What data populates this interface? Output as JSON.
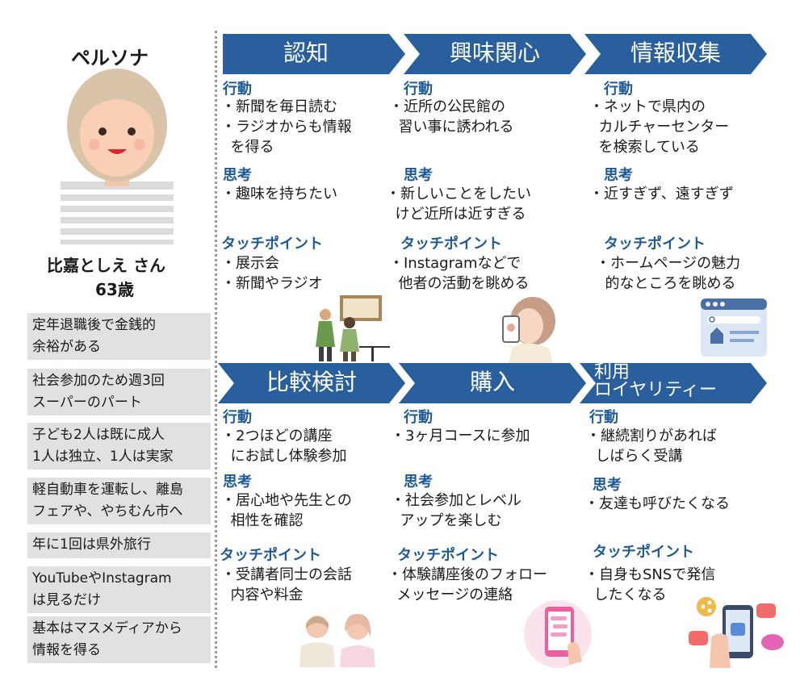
{
  "colors": {
    "stage_fill": "#2a5f9e",
    "heading": "#1f5a98",
    "fact_bg": "#e2e0e0"
  },
  "persona": {
    "title": "ペルソナ",
    "name": "比嘉としえ さん",
    "age": "63歳",
    "facts": [
      "定年退職後で金銭的\n余裕がある",
      "社会参加のため週3回\nスーパーのパート",
      "子ども2人は既に成人\n1人は独立、1人は実家",
      "軽自動車を運転し、離島\nフェアや、やちむん市へ",
      "年に1回は県外旅行",
      "YouTubeやInstagram\nは見るだけ",
      "基本はマスメディアから\n情報を得る"
    ]
  },
  "section_labels": {
    "action": "行動",
    "thought": "思考",
    "touch": "タッチポイント"
  },
  "stages": [
    {
      "label": "認知",
      "action": "・新聞を毎日読む\n・ラジオからも情報\n  を得る",
      "thought": "・趣味を持ちたい",
      "touch": "・展示会\n・新聞やラジオ"
    },
    {
      "label": "興味関心",
      "action": "・近所の公民館の\n  習い事に誘われる",
      "thought": "・新しいことをしたい\n  けど近所は近すぎる",
      "touch": "・Instagramなどで\n  他者の活動を眺める"
    },
    {
      "label": "情報収集",
      "action": "・ネットで県内の\n  カルチャーセンター\n  を検索している",
      "thought": "・近すぎず、遠すぎず",
      "touch": "・ホームページの魅力\n  的なところを眺める"
    },
    {
      "label": "比較検討",
      "action": "・2つほどの講座\n  にお試し体験参加",
      "thought": "・居心地や先生との\n  相性を確認",
      "touch": "・受講者同士の会話\n  内容や料金"
    },
    {
      "label": "購入",
      "action": "・3ヶ月コースに参加",
      "thought": "・社会参加とレベル\n  アップを楽しむ",
      "touch": "・体験講座後のフォロー\n  メッセージの連絡"
    },
    {
      "label": "利用\nロイヤリティー",
      "action": "・継続割りがあれば\n  しばらく受講",
      "thought": "・友達も呼びたくなる",
      "touch": "・自身もSNSで発信\n  したくなる"
    }
  ]
}
